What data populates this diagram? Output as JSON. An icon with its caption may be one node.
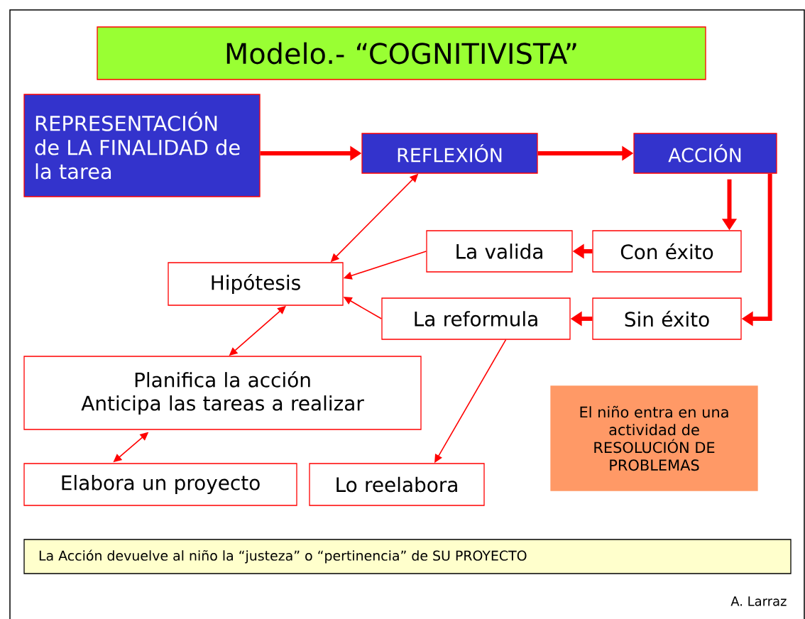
{
  "diagram": {
    "nodes": [
      {
        "text": [
          "Modelo.- “COGNITIVISTA”"
        ]
      },
      {
        "text": [
          "REPRESENTACIÓN de LA FINALIDAD de la tarea"
        ]
      },
      {
        "text": [
          "REFLEXIÓN"
        ]
      },
      {
        "text": [
          "ACCIÓN"
        ]
      },
      {
        "text": [
          "La valida"
        ]
      },
      {
        "text": [
          "Con éxito"
        ]
      },
      {
        "text": [
          "Hipótesis"
        ]
      },
      {
        "text": [
          "La reformula"
        ]
      },
      {
        "text": [
          "Sin éxito"
        ]
      },
      {
        "text": [
          "Planifica la acción",
          "Anticipa las tareas a realizar"
        ]
      },
      {
        "text": [
          "Elabora un proyecto"
        ]
      },
      {
        "text": [
          "Lo reelabora"
        ]
      },
      {
        "text": [
          "El niño entra en una actividad de RESOLUCIÓN DE PROBLEMAS"
        ]
      },
      {
        "text": [
          "La Acción devuelve al niño la “justeza” o “pertinencia” de SU PROYECTO"
        ]
      }
    ],
    "edges": [
      {
        "from": 1,
        "to": 2,
        "arrow": "to",
        "style": "thick"
      },
      {
        "from": 2,
        "to": 3,
        "arrow": "to",
        "style": "thick"
      },
      {
        "from": 3,
        "to": 5,
        "arrow": "to",
        "style": "thick"
      },
      {
        "from": 3,
        "to": 8,
        "arrow": "to",
        "style": "thick"
      },
      {
        "from": 5,
        "to": 4,
        "arrow": "to",
        "style": "thick"
      },
      {
        "from": 8,
        "to": 7,
        "arrow": "to",
        "style": "thick"
      },
      {
        "from": 6,
        "to": 2,
        "arrow": "both"
      },
      {
        "from": 4,
        "to": 6,
        "arrow": "to"
      },
      {
        "from": 7,
        "to": 6,
        "arrow": "to"
      },
      {
        "from": 6,
        "to": 9,
        "arrow": "both"
      },
      {
        "from": 9,
        "to": 10,
        "arrow": "both"
      },
      {
        "from": 7,
        "to": 11,
        "arrow": "to"
      }
    ],
    "labels": [
      "A. Larraz"
    ]
  }
}
